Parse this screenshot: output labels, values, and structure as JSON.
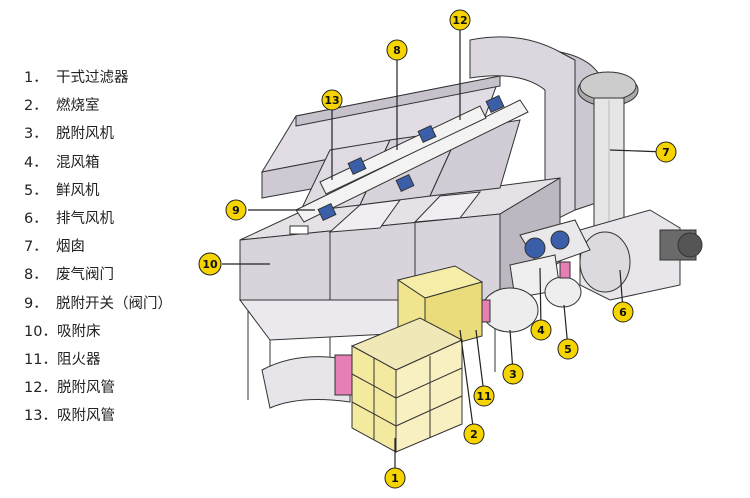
{
  "legend": [
    {
      "num": "1．",
      "label": "干式过滤器"
    },
    {
      "num": "2．",
      "label": "燃烧室"
    },
    {
      "num": "3．",
      "label": "脱附风机"
    },
    {
      "num": "4．",
      "label": "混风箱"
    },
    {
      "num": "5．",
      "label": "鲜风机"
    },
    {
      "num": "6．",
      "label": "排气风机"
    },
    {
      "num": "7．",
      "label": "烟囱"
    },
    {
      "num": "8．",
      "label": "废气阀门"
    },
    {
      "num": "9．",
      "label": "脱附开关（阀门）"
    },
    {
      "num": "10．",
      "label": "吸附床"
    },
    {
      "num": "11．",
      "label": "阻火器"
    },
    {
      "num": "12．",
      "label": "脱附风管"
    },
    {
      "num": "13．",
      "label": "吸附风管"
    }
  ],
  "callouts": [
    "1",
    "2",
    "3",
    "4",
    "5",
    "6",
    "7",
    "8",
    "9",
    "10",
    "11",
    "12",
    "13"
  ],
  "colors": {
    "callout_fill": "#f5d400",
    "outline": "#333333",
    "panel": "#d9d4dc",
    "panel_dark": "#b9b4bd",
    "pipe": "#eeeeee",
    "filter": "#f3eaa0",
    "pink": "#e67fb4"
  }
}
